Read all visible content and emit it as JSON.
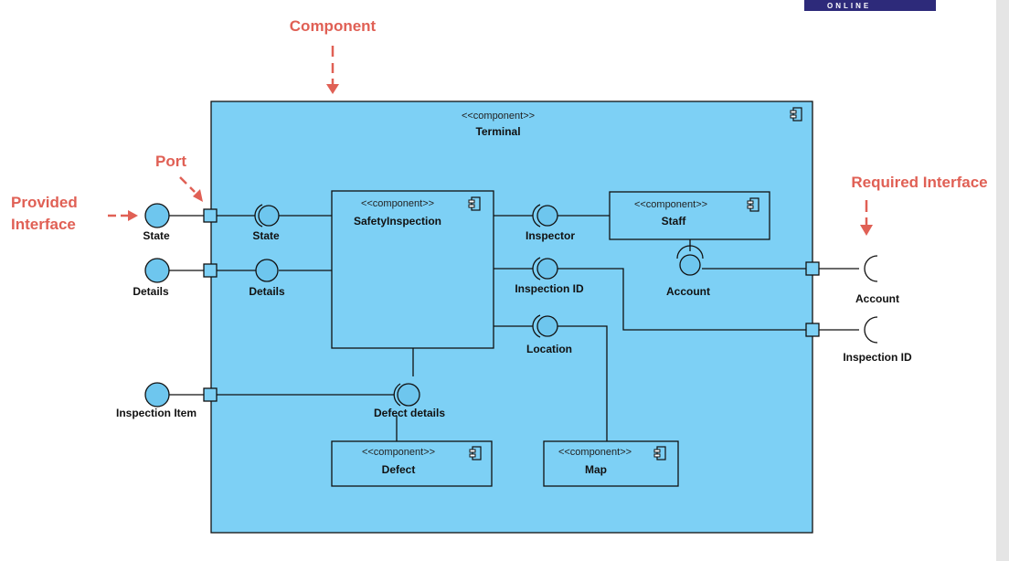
{
  "logo": {
    "text": "ONLINE"
  },
  "annotations": {
    "component": "Component",
    "port": "Port",
    "provided_interface_line1": "Provided",
    "provided_interface_line2": "Interface",
    "required_interface": "Required Interface"
  },
  "terminal": {
    "stereotype": "<<component>>",
    "name": "Terminal"
  },
  "components": {
    "safety_inspection": {
      "stereotype": "<<component>>",
      "name": "SafetyInspection"
    },
    "staff": {
      "stereotype": "<<component>>",
      "name": "Staff"
    },
    "defect": {
      "stereotype": "<<component>>",
      "name": "Defect"
    },
    "map": {
      "stereotype": "<<component>>",
      "name": "Map"
    }
  },
  "external_provided": {
    "state": "State",
    "details": "Details",
    "inspection_item": "Inspection Item"
  },
  "internal_interfaces": {
    "state": "State",
    "details": "Details",
    "inspector": "Inspector",
    "inspection_id": "Inspection ID",
    "location": "Location",
    "account": "Account",
    "defect_details": "Defect details"
  },
  "external_required": {
    "account": "Account",
    "inspection_id": "Inspection ID"
  },
  "colors": {
    "component_fill": "#7dd0f5",
    "annotation": "#e06055",
    "logo_bg": "#2d2a7a",
    "scrollbar": "#e5e5e5"
  }
}
